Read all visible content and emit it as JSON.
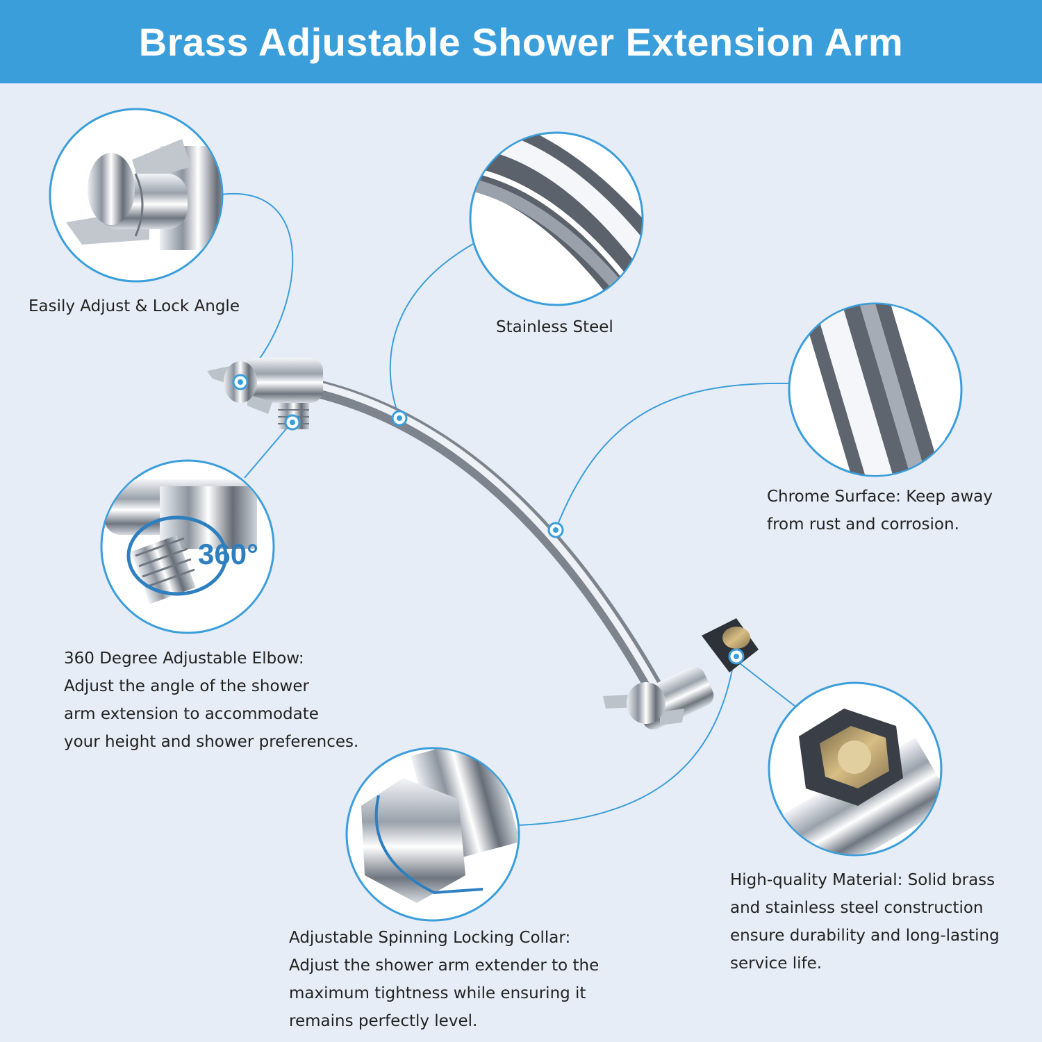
{
  "header": {
    "title": "Brass Adjustable Shower Extension Arm",
    "background": "#3a9edb"
  },
  "colors": {
    "accent": "#3a9edb",
    "page_background": "#e7edf6",
    "chrome": "#c9ced6",
    "brass": "#c9a86a"
  },
  "callouts": {
    "lock_angle": {
      "lines": [
        "Easily Adjust & Lock Angle"
      ]
    },
    "stainless": {
      "lines": [
        "Stainless Steel"
      ]
    },
    "chrome": {
      "lines": [
        "Chrome Surface: Keep away",
        "from rust and corrosion."
      ]
    },
    "elbow": {
      "badge": "360°",
      "lines": [
        "360 Degree Adjustable Elbow:",
        "Adjust the angle of the shower",
        "arm extension to accommodate",
        "your height and shower preferences."
      ]
    },
    "collar": {
      "lines": [
        "Adjustable Spinning Locking Collar:",
        "Adjust the shower arm extender to the",
        "maximum tightness while ensuring it",
        "remains perfectly level."
      ]
    },
    "material": {
      "lines": [
        "High-quality Material: Solid brass",
        "and stainless steel construction",
        "ensure durability and long-lasting",
        "service life."
      ]
    }
  }
}
